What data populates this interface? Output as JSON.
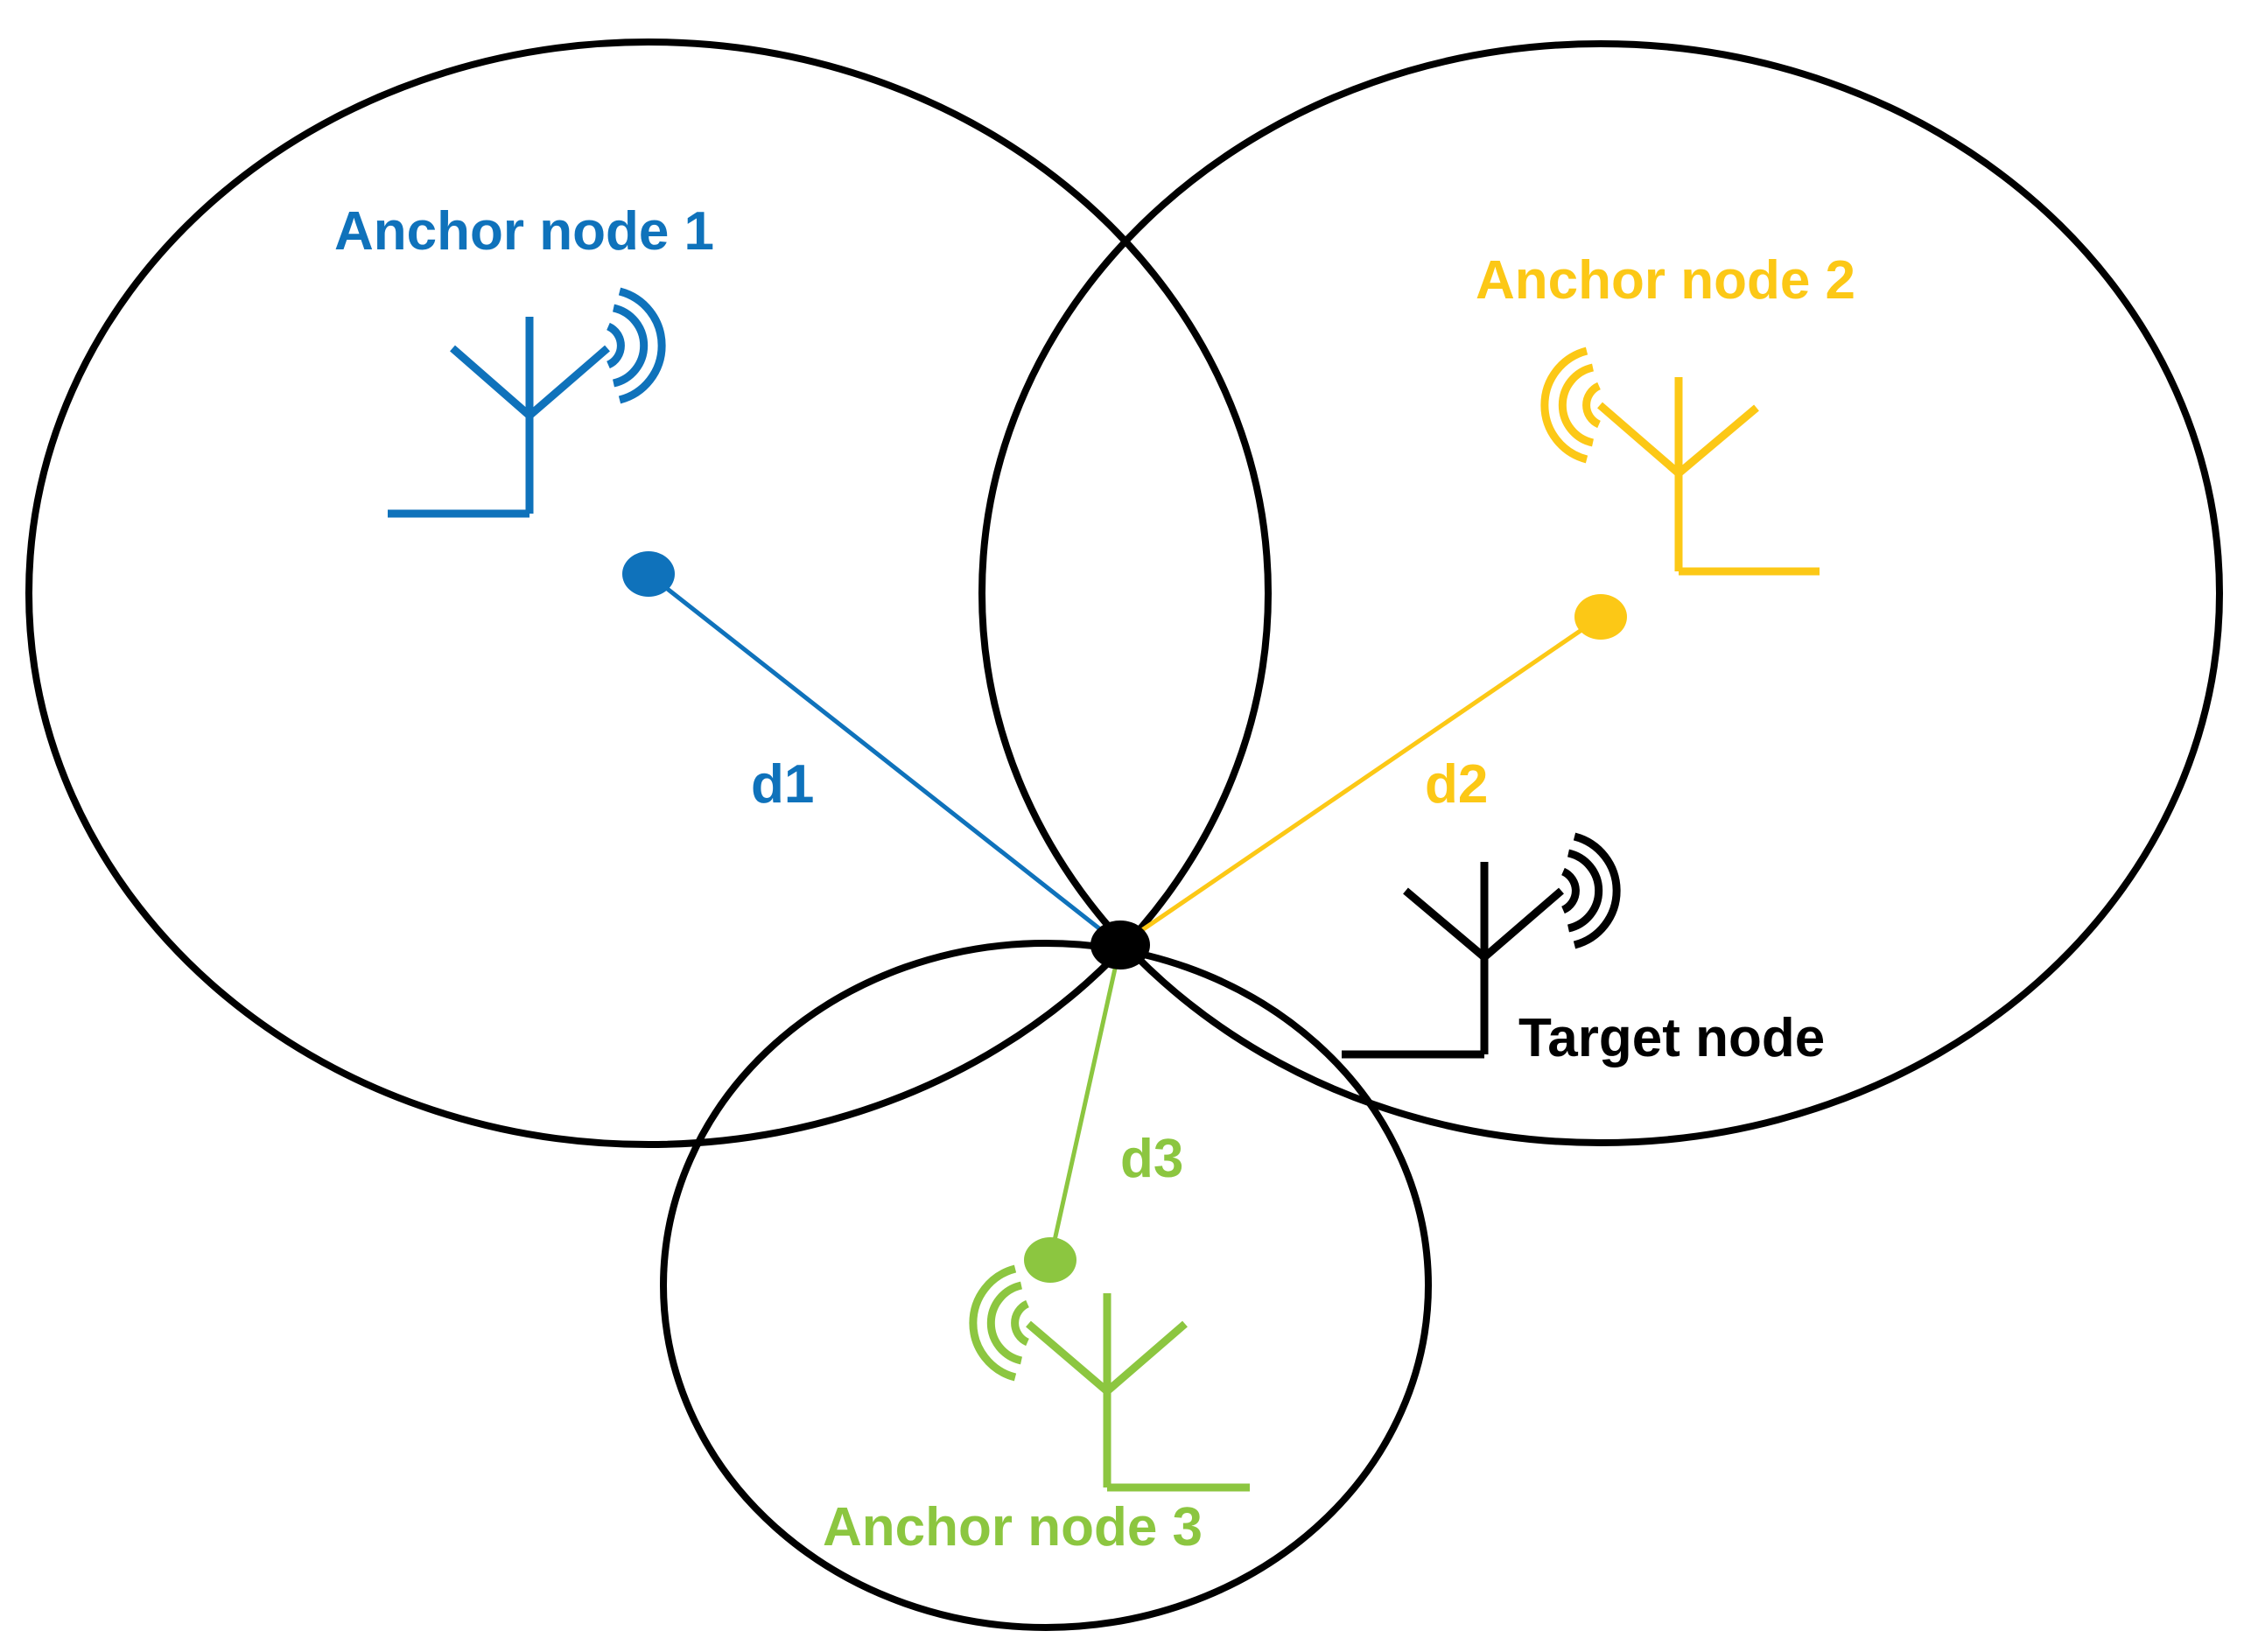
{
  "colors": {
    "background": "#ffffff",
    "range_circle": "#000000",
    "anchor_1": "#0f72bb",
    "anchor_2": "#fcc816",
    "anchor_3": "#8cc640",
    "target": "#000000"
  },
  "anchors": [
    {
      "label": "Anchor node 1",
      "distance_label": "d1",
      "icon": "antenna-signal-icon"
    },
    {
      "label": "Anchor node 2",
      "distance_label": "d2",
      "icon": "antenna-signal-icon"
    },
    {
      "label": "Anchor node 3",
      "distance_label": "d3",
      "icon": "antenna-signal-icon"
    }
  ],
  "target": {
    "label": "Target node",
    "icon": "antenna-signal-icon"
  }
}
